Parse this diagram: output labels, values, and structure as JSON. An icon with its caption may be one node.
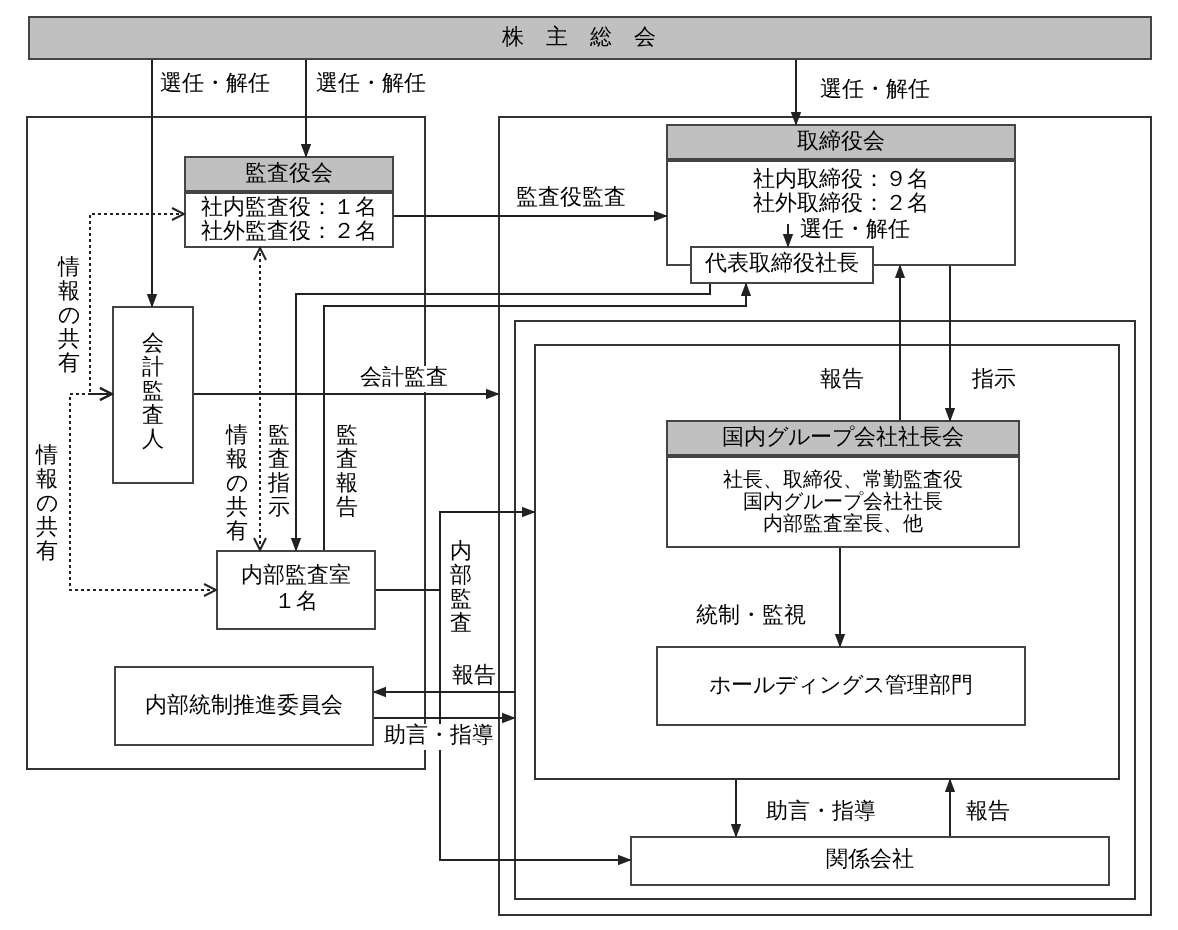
{
  "diagram": {
    "nodes": [
      {
        "text": [
          "株主総会"
        ]
      },
      {
        "text": [],
        "shape": "box"
      },
      {
        "text": [
          "監査役会",
          "社内監査役：１名",
          "社外監査役：２名"
        ],
        "in": 1
      },
      {
        "text": [
          "会計監査人"
        ],
        "in": 1
      },
      {
        "text": [
          "内部監査室",
          "１名"
        ],
        "in": 1
      },
      {
        "text": [
          "内部統制推進委員会"
        ],
        "in": 1
      },
      {
        "text": [],
        "shape": "box"
      },
      {
        "text": [
          "取締役会",
          "社内取締役：９名",
          "社外取締役：２名"
        ],
        "in": 6
      },
      {
        "text": [
          "代表取締役社長"
        ],
        "in": 6
      },
      {
        "text": [],
        "shape": "box",
        "in": 6
      },
      {
        "text": [],
        "shape": "box",
        "in": 9
      },
      {
        "text": [
          "国内グループ会社社長会",
          "社長、取締役、常勤監査役",
          "国内グループ会社社長",
          "内部監査室長、他"
        ],
        "in": 10
      },
      {
        "text": [
          "ホールディングス管理部門"
        ],
        "in": 10
      },
      {
        "text": [
          "関係会社"
        ],
        "in": 9
      }
    ],
    "edges": [
      {
        "from": 0,
        "to": 3,
        "arrow": "to",
        "label": "選任・解任"
      },
      {
        "from": 0,
        "to": 2,
        "arrow": "to",
        "label": "選任・解任"
      },
      {
        "from": 0,
        "to": 7,
        "arrow": "to",
        "label": "選任・解任"
      },
      {
        "from": 7,
        "to": 8,
        "arrow": "to",
        "label": "選任・解任"
      },
      {
        "from": 2,
        "to": 7,
        "arrow": "to",
        "label": "監査役監査"
      },
      {
        "from": 3,
        "to": 6,
        "arrow": "to",
        "label": "会計監査"
      },
      {
        "from": 3,
        "to": 2,
        "arrow": "both",
        "label": "情報の共有",
        "style": "dashed"
      },
      {
        "from": 4,
        "to": 3,
        "arrow": "both",
        "label": "情報の共有",
        "style": "dashed"
      },
      {
        "from": 4,
        "to": 2,
        "arrow": "both",
        "label": "情報の共有",
        "style": "dashed"
      },
      {
        "from": 8,
        "to": 4,
        "arrow": "to",
        "label": "監査指示"
      },
      {
        "from": 4,
        "to": 8,
        "arrow": "to",
        "label": "監査報告"
      },
      {
        "from": 4,
        "to": 10,
        "arrow": "to",
        "label": "内部監査"
      },
      {
        "from": 4,
        "to": 13,
        "arrow": "to"
      },
      {
        "from": 9,
        "to": 5,
        "arrow": "to",
        "label": "報告"
      },
      {
        "from": 5,
        "to": 9,
        "arrow": "to",
        "label": "助言・指導"
      },
      {
        "from": 11,
        "to": 7,
        "arrow": "to",
        "label": "報告"
      },
      {
        "from": 7,
        "to": 11,
        "arrow": "to",
        "label": "指示"
      },
      {
        "from": 11,
        "to": 12,
        "arrow": "to",
        "label": "統制・監視"
      },
      {
        "from": 10,
        "to": 13,
        "arrow": "to",
        "label": "助言・指導"
      },
      {
        "from": 13,
        "to": 10,
        "arrow": "to",
        "label": "報告"
      }
    ]
  }
}
